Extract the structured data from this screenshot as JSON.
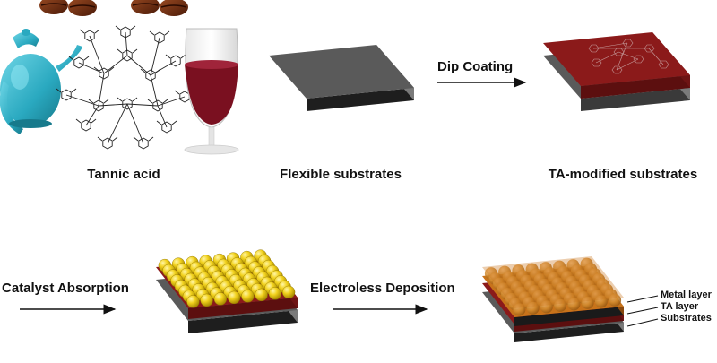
{
  "steps": {
    "tannic_acid": "Tannic acid",
    "flexible_substrates": "Flexible substrates",
    "ta_modified": "TA-modified substrates"
  },
  "arrows": {
    "dip_coating": "Dip Coating",
    "catalyst_absorption": "Catalyst Absorption",
    "electroless_deposition": "Electroless Deposition"
  },
  "layers": {
    "metal": "Metal layer",
    "ta": "TA layer",
    "substrates": "Substrates"
  },
  "colors": {
    "substrate_top": "#5a5a5a",
    "substrate_side": "#7a7a7a",
    "substrate_front": "#1e1e1e",
    "ta_layer": "#8b1a1a",
    "ta_layer_dark": "#5c0f0f",
    "catalyst": "#f2d21e",
    "metal_layer": "#c8731a",
    "teapot": "#3ab5c8",
    "wine": "#7a1020",
    "coffee_bean": "#6b2a12"
  }
}
